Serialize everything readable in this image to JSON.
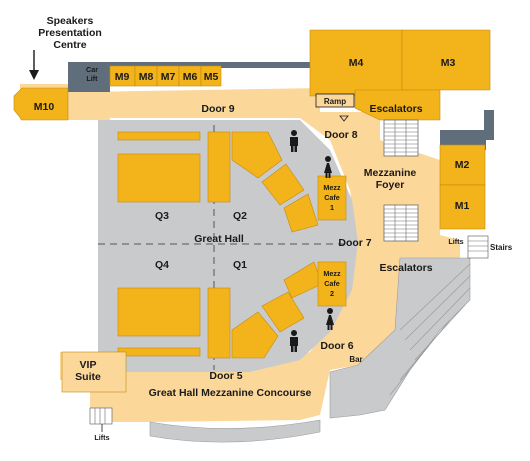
{
  "map": {
    "colors": {
      "room": "#f2b31b",
      "concourse": "#fcd79a",
      "hall_floor": "#c9cacc",
      "dark_structure": "#5f6e7a",
      "stairs": "#ffffff",
      "outline": "#c48a12"
    },
    "labels": {
      "speakers_presentation_centre": [
        "Speakers",
        "Presentation",
        "Centre"
      ],
      "car_lift": [
        "Car",
        "Lift"
      ],
      "m10": "M10",
      "m9": "M9",
      "m8": "M8",
      "m7": "M7",
      "m6": "M6",
      "m5": "M5",
      "m4": "M4",
      "m3": "M3",
      "m2": "M2",
      "m1": "M1",
      "ramp": "Ramp",
      "escalators_top": "Escalators",
      "escalators_right": "Escalators",
      "mezzanine_foyer": [
        "Mezzanine",
        "Foyer"
      ],
      "door_9": "Door 9",
      "door_8": "Door 8",
      "door_7": "Door 7",
      "door_6": "Door 6",
      "door_5": "Door 5",
      "q1": "Q1",
      "q2": "Q2",
      "q3": "Q3",
      "q4": "Q4",
      "great_hall": "Great Hall",
      "mezz_cafe_1": [
        "Mezz",
        "Cafe",
        "1"
      ],
      "mezz_cafe_2": [
        "Mezz",
        "Cafe",
        "2"
      ],
      "lifts_right": "Lifts",
      "stairs": "Stairs",
      "vip_suite": [
        "VIP",
        "Suite"
      ],
      "bar": "Bar",
      "great_hall_mezzanine_concourse": "Great Hall Mezzanine Concourse",
      "lifts_bottom": "Lifts"
    },
    "icons": [
      "male-toilet-icon",
      "female-toilet-icon",
      "direction-arrow-icon"
    ]
  }
}
